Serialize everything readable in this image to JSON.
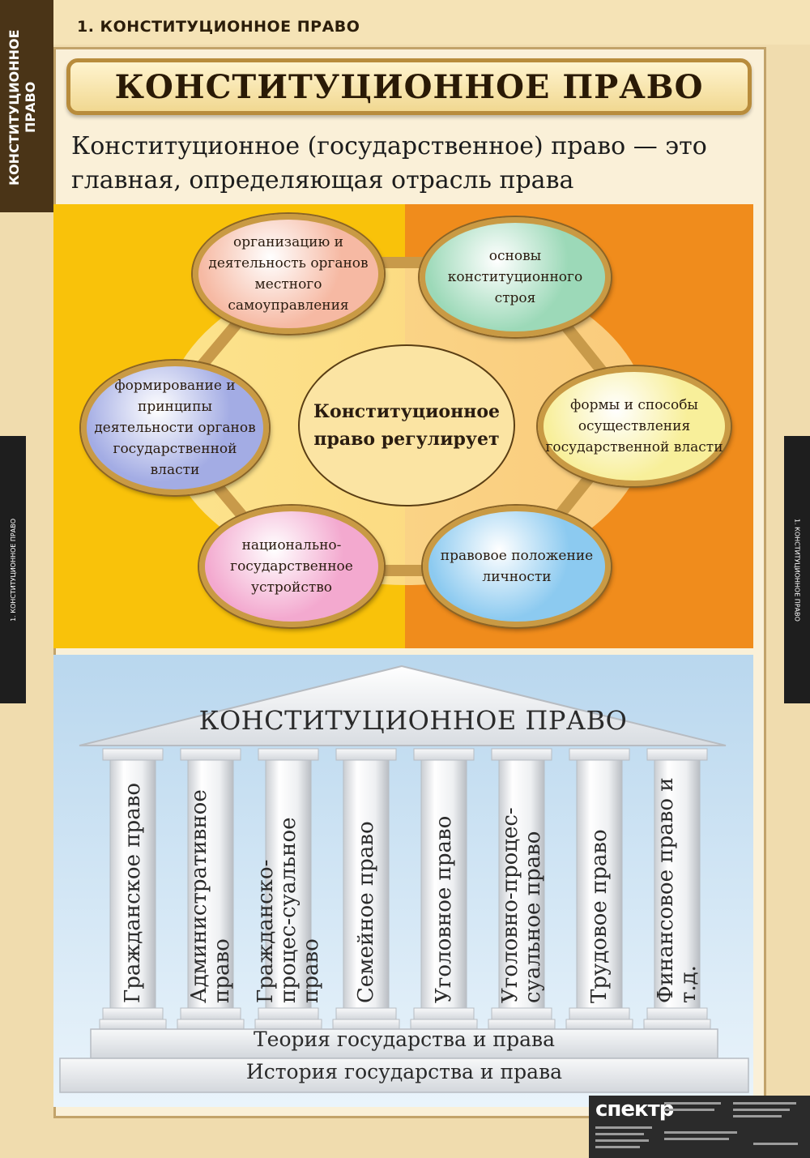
{
  "header": {
    "label": "1. КОНСТИТУЦИОННОЕ ПРАВО",
    "side_strip": "КОНСТИТУЦИОННОЕ ПРАВО",
    "side_tab_left": "1. КОНСТИТУЦИОННОЕ ПРАВО",
    "side_tab_right": "1. КОНСТИТУЦИОННОЕ ПРАВО"
  },
  "title": "КОНСТИТУЦИОННОЕ ПРАВО",
  "definition": "Конституционное (государственное) право — это главная, определяющая отрасль права",
  "diagram": {
    "center": "Конституционное право регулирует",
    "ovals": [
      {
        "text": "организацию и деятельность органов местного самоуправления",
        "color": "#f6b9a3"
      },
      {
        "text": "основы конституционного строя",
        "color": "#9cd9b8"
      },
      {
        "text": "формы и способы осуществления государственной власти",
        "color": "#f8ef9a"
      },
      {
        "text": "правовое положение личности",
        "color": "#8ccaf0"
      },
      {
        "text": "национально-государственное устройство",
        "color": "#f3a9cf"
      },
      {
        "text": "формирование и принципы деятельности органов государственной власти",
        "color": "#a3ace4"
      }
    ]
  },
  "temple": {
    "roof": "КОНСТИТУЦИОННОЕ ПРАВО",
    "columns": [
      "Гражданское право",
      "Административное право",
      "Гражданско-процес-суальное право",
      "Семейное право",
      "Уголовное право",
      "Уголовно-процес-суальное право",
      "Трудовое право",
      "Финансовое право и т.д."
    ],
    "step_upper": "Теория государства и права",
    "step_lower": "История государства и права"
  },
  "publisher": {
    "logo": "спектр"
  }
}
